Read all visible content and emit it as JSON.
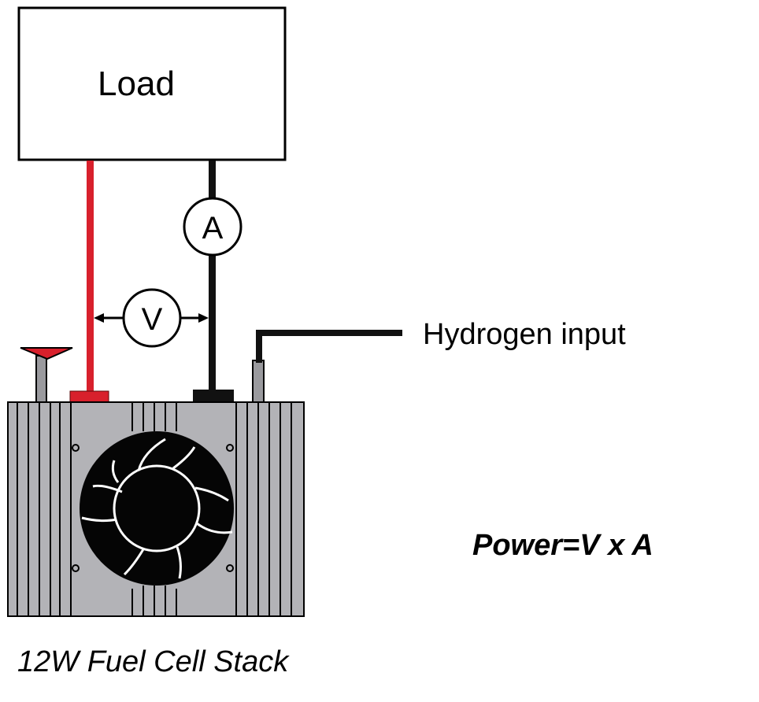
{
  "load_label": "Load",
  "ammeter_label": "A",
  "voltmeter_label": "V",
  "hydrogen_label": "Hydrogen input",
  "formula": "Power=V x A",
  "stack_caption": "12W Fuel Cell Stack",
  "colors": {
    "positive_wire": "#d8202c",
    "negative_wire": "#111111",
    "stack_body": "#b3b3b7",
    "fan": "#050505"
  }
}
